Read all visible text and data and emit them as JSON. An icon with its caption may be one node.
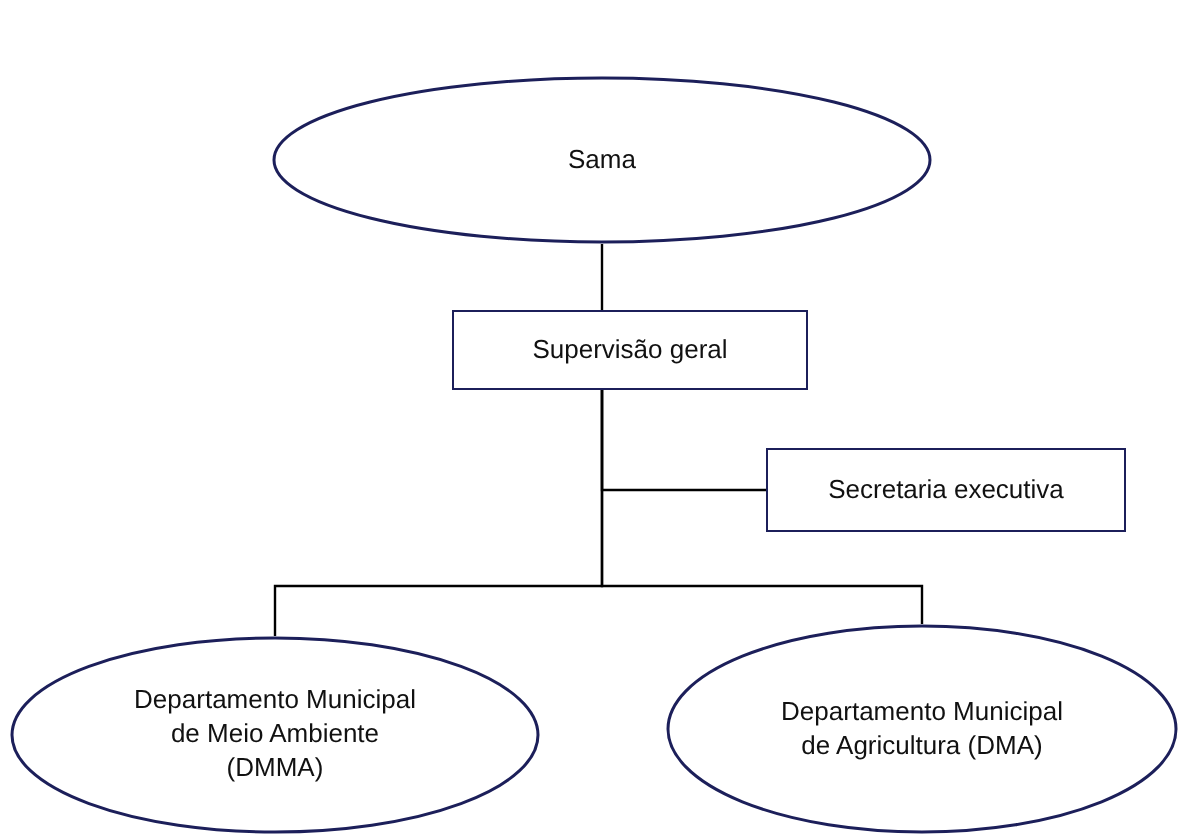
{
  "diagram": {
    "nodes": [
      {
        "text": [
          "Sama"
        ]
      },
      {
        "text": [
          "Supervisão geral"
        ]
      },
      {
        "text": [
          "Secretaria executiva"
        ]
      },
      {
        "text": [
          "Departamento Municipal de Meio Ambiente (DMMA)"
        ]
      },
      {
        "text": [
          "Departamento Municipal de Agricultura (DMA)"
        ]
      }
    ],
    "edges": [
      {
        "from": 0,
        "to": 1,
        "arrow": "none"
      },
      {
        "from": 1,
        "to": 2,
        "arrow": "none"
      },
      {
        "from": 1,
        "to": 3,
        "arrow": "none"
      },
      {
        "from": 1,
        "to": 4,
        "arrow": "none"
      }
    ]
  }
}
